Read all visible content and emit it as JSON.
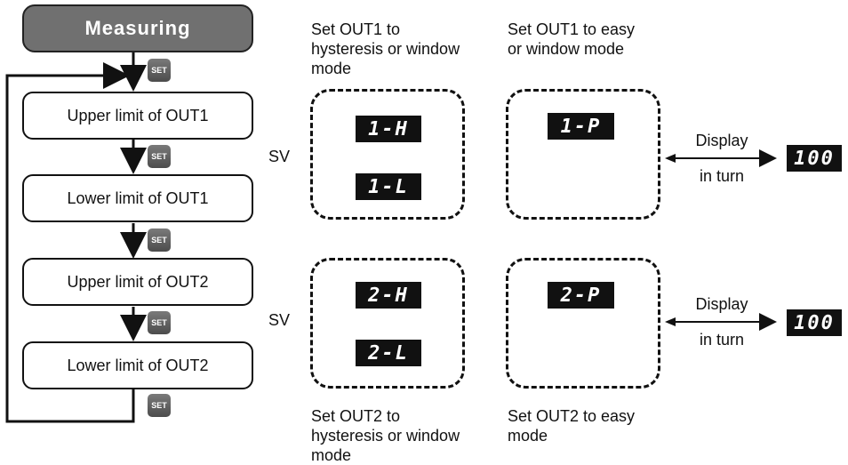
{
  "flow": {
    "measuring": "Measuring",
    "steps": [
      "Upper limit of OUT1",
      "Lower limit of OUT1",
      "Upper limit of OUT2",
      "Lower limit of OUT2"
    ],
    "set_label": "SET"
  },
  "out1": {
    "sv_label": "SV",
    "hyst_caption_l1": "Set OUT1 to",
    "hyst_caption_l2": "hysteresis or window",
    "hyst_caption_l3": "mode",
    "easy_caption_l1": "Set OUT1 to easy",
    "easy_caption_l2": "or window mode",
    "disp_h": "1-H",
    "disp_l": "1-L",
    "disp_p": "1-P",
    "display_l1": "Display",
    "display_l2": "in turn",
    "value": "100"
  },
  "out2": {
    "sv_label": "SV",
    "hyst_caption_l1": "Set OUT2 to",
    "hyst_caption_l2": "hysteresis or window",
    "hyst_caption_l3": "mode",
    "easy_caption_l1": "Set OUT2 to easy",
    "easy_caption_l2": "mode",
    "disp_h": "2-H",
    "disp_l": "2-L",
    "disp_p": "2-P",
    "display_l1": "Display",
    "display_l2": "in turn",
    "value": "100"
  }
}
